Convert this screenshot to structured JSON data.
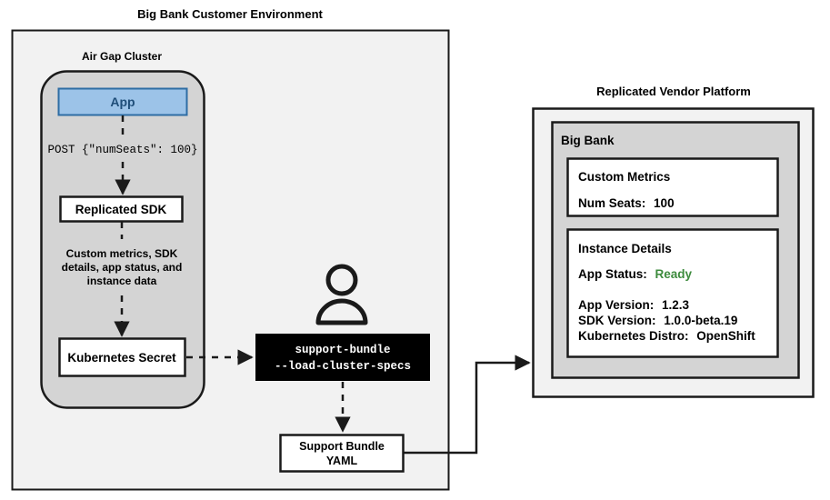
{
  "diagram": {
    "type": "architecture-flow",
    "background": "#ffffff",
    "colors": {
      "outer_container_fill": "#f2f2f2",
      "cluster_fill": "#d4d4d4",
      "box_fill": "#ffffff",
      "app_fill": "#9cc3e8",
      "app_stroke": "#2e6da4",
      "app_text": "#1f4e79",
      "terminal_fill": "#000000",
      "terminal_text": "#ffffff",
      "status_ready": "#3d8b3d",
      "stroke": "#1a1a1a"
    }
  },
  "left_panel": {
    "title": "Big Bank Customer Environment",
    "cluster": {
      "title": "Air Gap Cluster",
      "app_box": {
        "label": "App"
      },
      "sdk_box": {
        "label": "Replicated SDK"
      },
      "secret_box": {
        "label": "Kubernetes Secret"
      },
      "edge_post": "POST {\"numSeats\": 100}",
      "edge_metrics_lines": [
        "Custom metrics, SDK",
        "details, app status, and",
        "instance data"
      ]
    },
    "user_icon_name": "user-person-icon",
    "terminal": {
      "line1": "support-bundle",
      "line2": "--load-cluster-specs"
    },
    "support_bundle_box": {
      "line1": "Support Bundle",
      "line2": "YAML"
    }
  },
  "right_panel": {
    "title": "Replicated Vendor Platform",
    "tenant": {
      "title": "Big Bank",
      "custom_metrics": {
        "heading": "Custom Metrics",
        "rows": [
          {
            "label": "Num Seats:",
            "value": "100"
          }
        ]
      },
      "instance_details": {
        "heading": "Instance Details",
        "status_label": "App Status:",
        "status_value": "Ready",
        "rows": [
          {
            "label": "App Version:",
            "value": "1.2.3"
          },
          {
            "label": "SDK Version:",
            "value": "1.0.0-beta.19"
          },
          {
            "label": "Kubernetes Distro:",
            "value": "OpenShift"
          }
        ]
      }
    }
  }
}
